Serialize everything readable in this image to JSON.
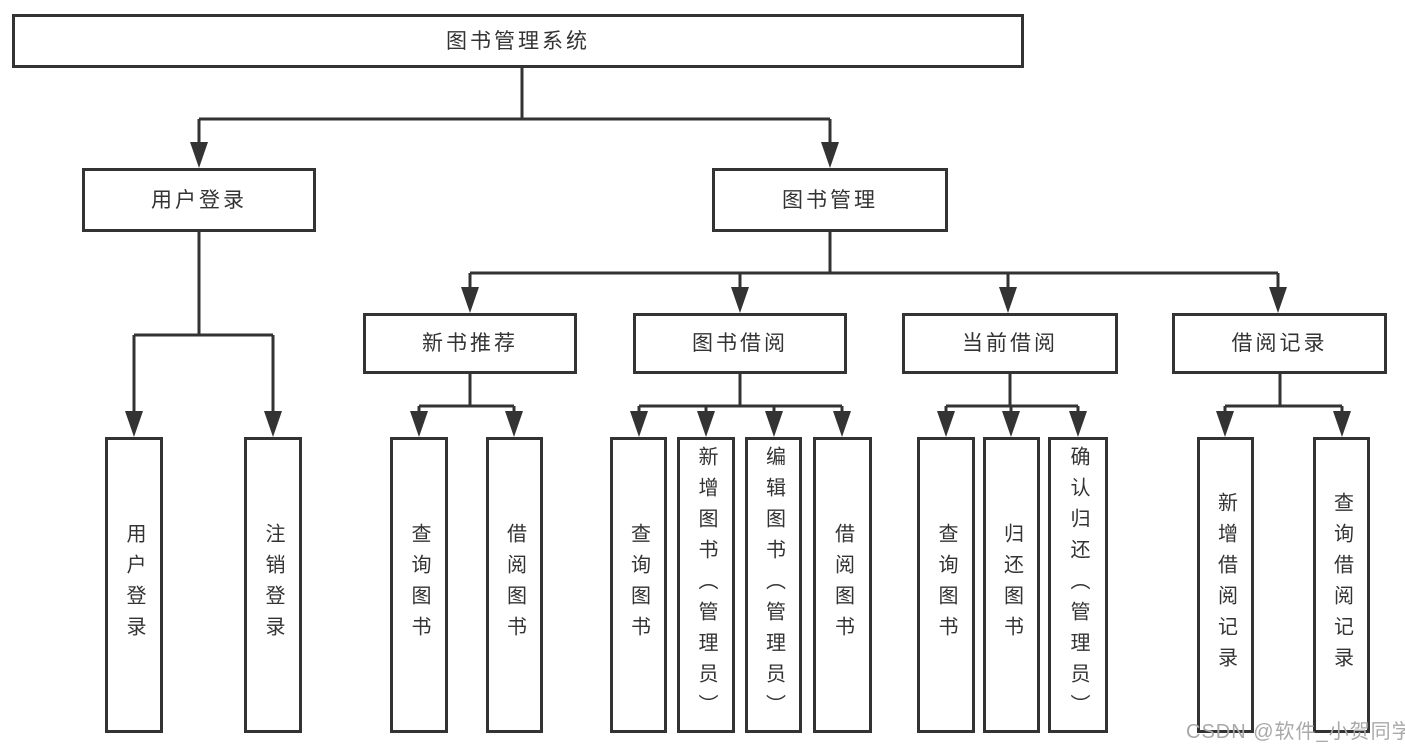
{
  "diagram": {
    "type": "hierarchy-tree",
    "background_color": "#ffffff",
    "line_color": "#333333",
    "text_color": "#333333",
    "watermark_color": "#a9a9a9",
    "watermark": "CSDN @软件_小贺同学",
    "nodes": {
      "root": {
        "label": "图书管理系统"
      },
      "user_login": {
        "label": "用户登录"
      },
      "book_management": {
        "label": "图书管理"
      },
      "new_book_recommend": {
        "label": "新书推荐"
      },
      "book_borrowing": {
        "label": "图书借阅"
      },
      "current_borrowing": {
        "label": "当前借阅"
      },
      "borrow_records": {
        "label": "借阅记录"
      },
      "leaf_user_login": {
        "label": "用户登录"
      },
      "leaf_logout": {
        "label": "注销登录"
      },
      "leaf_nbr_query_books": {
        "label": "查询图书"
      },
      "leaf_nbr_borrow_books": {
        "label": "借阅图书"
      },
      "leaf_bb_query_books": {
        "label": "查询图书"
      },
      "leaf_bb_add_books": {
        "label": "新增图书（管理员）"
      },
      "leaf_bb_edit_books": {
        "label": "编辑图书（管理员）"
      },
      "leaf_bb_borrow_books": {
        "label": "借阅图书"
      },
      "leaf_cb_query_books": {
        "label": "查询图书"
      },
      "leaf_cb_return_books": {
        "label": "归还图书"
      },
      "leaf_cb_confirm_return": {
        "label": "确认归还（管理员）"
      },
      "leaf_br_add_record": {
        "label": "新增借阅记录"
      },
      "leaf_br_query_record": {
        "label": "查询借阅记录"
      }
    },
    "edges": [
      "root->user_login",
      "root->book_management",
      "user_login->leaf_user_login",
      "user_login->leaf_logout",
      "book_management->new_book_recommend",
      "book_management->book_borrowing",
      "book_management->current_borrowing",
      "book_management->borrow_records",
      "new_book_recommend->leaf_nbr_query_books",
      "new_book_recommend->leaf_nbr_borrow_books",
      "book_borrowing->leaf_bb_query_books",
      "book_borrowing->leaf_bb_add_books",
      "book_borrowing->leaf_bb_edit_books",
      "book_borrowing->leaf_bb_borrow_books",
      "current_borrowing->leaf_cb_query_books",
      "current_borrowing->leaf_cb_return_books",
      "current_borrowing->leaf_cb_confirm_return",
      "borrow_records->leaf_br_add_record",
      "borrow_records->leaf_br_query_record"
    ]
  }
}
